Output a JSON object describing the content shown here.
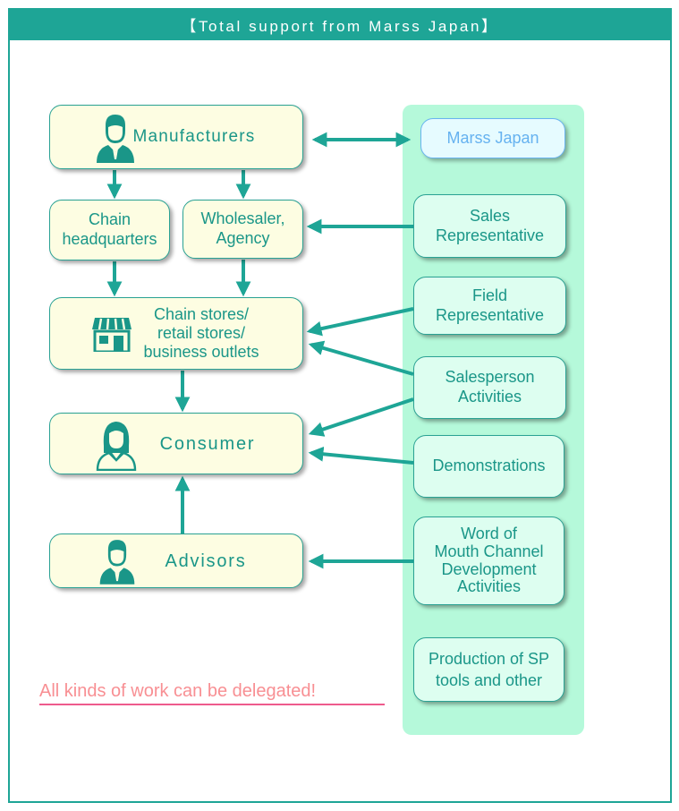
{
  "header": {
    "title": "【Total support from Marss Japan】"
  },
  "left_column": {
    "manufacturers": {
      "label": "Manufacturers",
      "icon": "man-icon"
    },
    "chain_headquarters": {
      "label_line1": "Chain",
      "label_line2": "headquarters"
    },
    "wholesaler": {
      "label_line1": "Wholesaler,",
      "label_line2": "Agency"
    },
    "stores": {
      "label_line1": "Chain stores/",
      "label_line2": "retail stores/",
      "label_line3": "business outlets",
      "icon": "store-icon"
    },
    "consumer": {
      "label": "Consumer",
      "icon": "woman-icon"
    },
    "advisors": {
      "label": "Advisors",
      "icon": "man-icon"
    }
  },
  "right_column": {
    "marss_japan": {
      "label": "Marss Japan"
    },
    "items": [
      {
        "line1": "Sales",
        "line2": "Representative"
      },
      {
        "line1": "Field",
        "line2": "Representative"
      },
      {
        "line1": "Salesperson",
        "line2": "Activities"
      },
      {
        "line1": "Demonstrations"
      },
      {
        "line1": "Word of",
        "line2": "Mouth Channel",
        "line3": "Development",
        "line4": "Activities"
      },
      {
        "line1": "Production of SP",
        "line2": "tools and other"
      }
    ]
  },
  "footer": {
    "delegate_text": "All kinds of work can be delegated!"
  },
  "colors": {
    "teal": "#1ea596",
    "box_fill": "#fdfde2",
    "panel_fill": "#b5f9da",
    "service_fill": "#ddfef0",
    "marss_blue": "#66b2f0",
    "delegate_pink": "#f88f93"
  }
}
